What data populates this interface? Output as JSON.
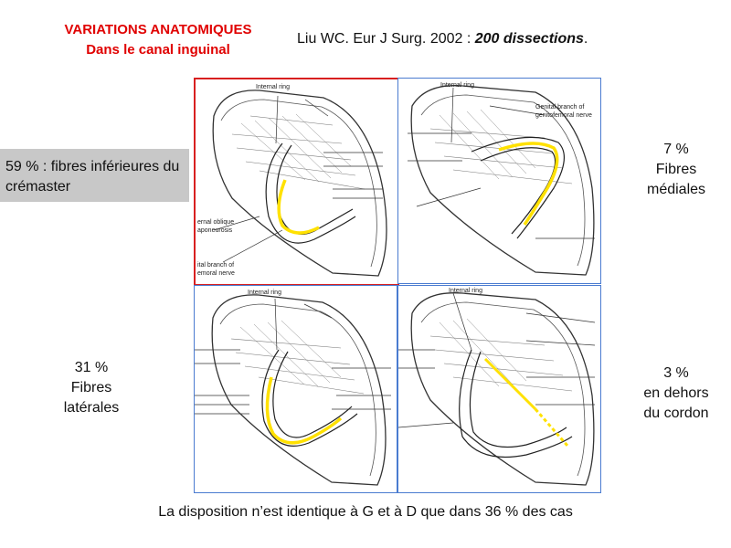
{
  "title": {
    "line1": "VARIATIONS ANATOMIQUES",
    "line2": "Dans le canal inguinal",
    "color": "#e00000"
  },
  "reference": {
    "prefix": "Liu WC. Eur J Surg. 2002 : ",
    "emphasis": "200 dissections",
    "suffix": "."
  },
  "variants": {
    "inferior": {
      "label": "59 % : fibres inférieures du crémaster"
    },
    "medial": {
      "percent": "7 %",
      "line1": "Fibres",
      "line2": "médiales"
    },
    "lateral": {
      "percent": "31 %",
      "line1": "Fibres",
      "line2": "latérales"
    },
    "outside": {
      "percent": "3 %",
      "line1": "en dehors",
      "line2": "du cordon"
    }
  },
  "diagram_labels": {
    "internal_ring": "Internal ring",
    "external_oblique_1": "ernal oblique",
    "external_oblique_2": "aponeurosis",
    "genital_branch_1": "ital branch of",
    "genital_branch_2": "emoral nerve",
    "genital_branch_p2_1": "Genital branch of",
    "genital_branch_p2_2": "genitofemoral nerve"
  },
  "footer": {
    "text": "La disposition n’est identique à G et à D que dans 36 % des cas"
  },
  "colors": {
    "fiber_highlight": "#ffe100",
    "selected_border": "#d82020",
    "panel_border": "#4a7bd0",
    "box_bg": "#c8c8c8"
  }
}
